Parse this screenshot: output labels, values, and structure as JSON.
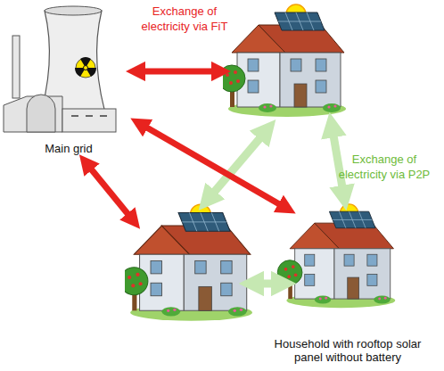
{
  "diagram": {
    "nodes": [
      {
        "text": [
          "Main grid"
        ]
      },
      {
        "text": [
          "Household with rooftop solar panel without battery"
        ]
      }
    ],
    "edges": [
      {
        "from": 0,
        "to": 1,
        "arrow": "both"
      }
    ],
    "labels": [
      "Exchange of electricity via FiT",
      "Exchange of electricity via P2P"
    ]
  }
}
